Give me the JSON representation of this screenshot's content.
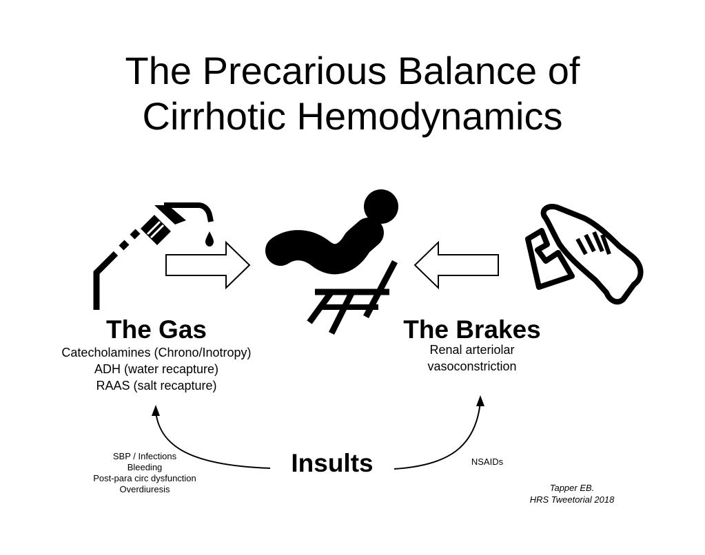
{
  "title": {
    "line1": "The Precarious Balance of",
    "line2": "Cirrhotic Hemodynamics"
  },
  "gas": {
    "heading": "The Gas",
    "items": [
      "Catecholamines (Chrono/Inotropy)",
      "ADH (water recapture)",
      "RAAS (salt recapture)"
    ]
  },
  "brakes": {
    "heading": "The Brakes",
    "lines": [
      "Renal arteriolar",
      "vasoconstriction"
    ]
  },
  "insults": {
    "label": "Insults",
    "left_items": [
      "SBP / Infections",
      "Bleeding",
      "Post-para circ dysfunction",
      "Overdiuresis"
    ],
    "right_items": [
      "NSAIDs"
    ]
  },
  "citation": {
    "line1": "Tapper EB.",
    "line2": "HRS Tweetorial 2018"
  },
  "icons": {
    "left": "fuel-nozzle-icon",
    "center": "seated-driver-icon",
    "right": "foot-pressing-pedal-icon"
  }
}
